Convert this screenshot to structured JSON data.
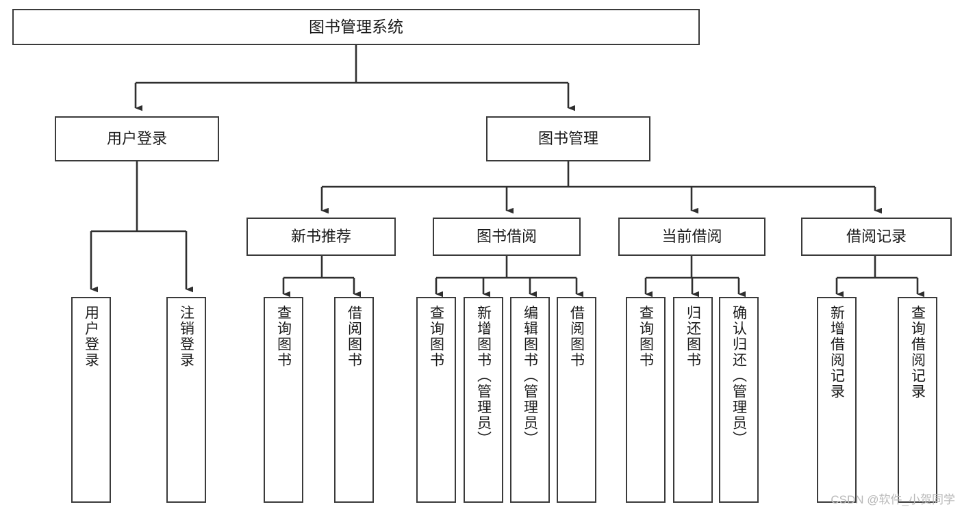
{
  "diagram": {
    "type": "tree-hierarchy",
    "title": "图书管理系统",
    "watermark": "CSDN @软件_小贺同学",
    "colors": {
      "box_border": "#3a3a3a",
      "box_fill": "#ffffff",
      "connector": "#2f2f2f",
      "text": "#1a1a1a",
      "watermark": "#b9b9b9"
    },
    "nodes": {
      "root": {
        "label": "图书管理系统"
      },
      "level2": [
        {
          "id": "user-login",
          "label": "用户登录"
        },
        {
          "id": "book-manage",
          "label": "图书管理"
        }
      ],
      "level3": [
        {
          "id": "new-book-recommend",
          "label": "新书推荐"
        },
        {
          "id": "book-borrow",
          "label": "图书借阅"
        },
        {
          "id": "current-borrow",
          "label": "当前借阅"
        },
        {
          "id": "borrow-record",
          "label": "借阅记录"
        }
      ],
      "leaves": {
        "user-login": [
          {
            "id": "leaf-user-login",
            "label": "用户登录"
          },
          {
            "id": "leaf-logout",
            "label": "注销登录"
          }
        ],
        "new-book-recommend": [
          {
            "id": "leaf-query-book-1",
            "label": "查询图书"
          },
          {
            "id": "leaf-borrow-book-1",
            "label": "借阅图书"
          }
        ],
        "book-borrow": [
          {
            "id": "leaf-query-book-2",
            "label": "查询图书"
          },
          {
            "id": "leaf-add-book",
            "label": "新增图书（管理员）"
          },
          {
            "id": "leaf-edit-book",
            "label": "编辑图书（管理员）"
          },
          {
            "id": "leaf-borrow-book-2",
            "label": "借阅图书"
          }
        ],
        "current-borrow": [
          {
            "id": "leaf-query-book-3",
            "label": "查询图书"
          },
          {
            "id": "leaf-return-book",
            "label": "归还图书"
          },
          {
            "id": "leaf-confirm-return",
            "label": "确认归还（管理员）"
          }
        ],
        "borrow-record": [
          {
            "id": "leaf-add-record",
            "label": "新增借阅记录"
          },
          {
            "id": "leaf-query-record",
            "label": "查询借阅记录"
          }
        ]
      }
    }
  }
}
